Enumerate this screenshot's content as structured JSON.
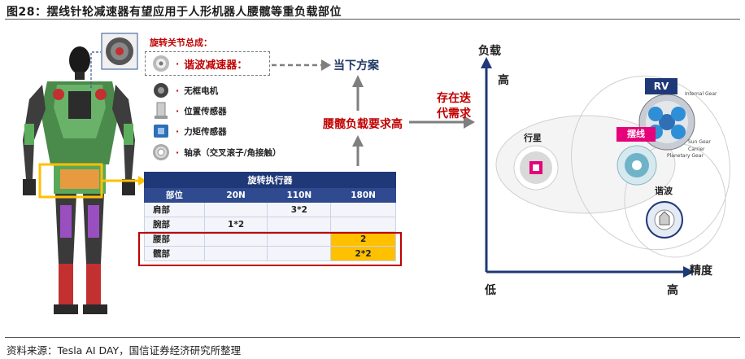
{
  "figure": {
    "title": "图28：摆线针轮减速器有望应用于人形机器人腰髋等重负载部位",
    "source": "资料来源：Tesla AI DAY，国信证券经济研究所整理"
  },
  "joint": {
    "title": "旋转关节总成：",
    "components": [
      {
        "label": "谐波减速器：",
        "icon": "harmonic-reducer-icon"
      },
      {
        "label": "无框电机",
        "icon": "frameless-motor-icon"
      },
      {
        "label": "位置传感器",
        "icon": "position-sensor-icon"
      },
      {
        "label": "力矩传感器",
        "icon": "torque-sensor-icon"
      },
      {
        "label": "轴承（交叉滚子/角接触）",
        "icon": "bearing-icon"
      }
    ],
    "bullet": "·"
  },
  "flow": {
    "current": "当下方案",
    "requirement": "腰髋负载要求高",
    "iteration_line1": "存在迭",
    "iteration_line2": "代需求"
  },
  "actuator_table": {
    "caption": "旋转执行器",
    "headers": [
      "部位",
      "20N",
      "110N",
      "180N"
    ],
    "rows": [
      {
        "part": "肩部",
        "c20": "",
        "c110": "3*2",
        "c180": ""
      },
      {
        "part": "腕部",
        "c20": "1*2",
        "c110": "",
        "c180": ""
      },
      {
        "part": "腰部",
        "c20": "",
        "c110": "",
        "c180": "2"
      },
      {
        "part": "髋部",
        "c20": "",
        "c110": "",
        "c180": "2*2"
      }
    ]
  },
  "chart": {
    "y_axis": "负载",
    "x_axis": "精度",
    "y_high": "高",
    "x_low": "低",
    "x_high": "高",
    "types": {
      "planetary": "行星",
      "cycloid": "摆线",
      "rv": "RV",
      "harmonic": "谐波"
    },
    "gear_notes": {
      "internal": "Internal Gear",
      "sun": "Sun Gear",
      "carrier": "Carrier",
      "planetary": "Planetary Gear"
    }
  },
  "colors": {
    "accent_red": "#c00000",
    "navy": "#1f3877",
    "highlight": "#ffc000",
    "magenta": "#e6007a"
  }
}
